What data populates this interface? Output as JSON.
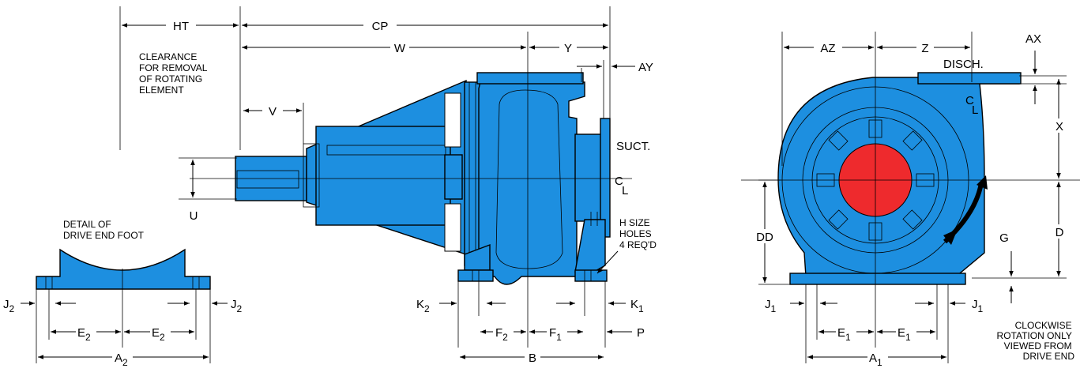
{
  "colors": {
    "pump_body": "#1d8fe0",
    "impeller": "#ee2a2d",
    "line": "#000000",
    "background": "#ffffff"
  },
  "dimensions": {
    "HT": "HT",
    "CP": "CP",
    "W": "W",
    "Y": "Y",
    "AY": "AY",
    "V": "V",
    "U": "U",
    "AZ": "AZ",
    "Z": "Z",
    "AX": "AX",
    "X": "X",
    "DD": "DD",
    "D": "D",
    "G": "G",
    "P": "P",
    "B": "B",
    "J": "J",
    "K": "K",
    "E": "E",
    "F": "F",
    "A": "A",
    "sub1": "1",
    "sub2": "2"
  },
  "labels": {
    "clearance": [
      "CLEARANCE",
      "FOR REMOVAL",
      "OF ROTATING",
      "ELEMENT"
    ],
    "drive_end_foot": [
      "DETAIL OF",
      "DRIVE END FOOT"
    ],
    "holes": [
      "H SIZE",
      "HOLES",
      "4 REQ'D"
    ],
    "rotation": [
      "CLOCKWISE",
      "ROTATION ONLY",
      "VIEWED FROM",
      "DRIVE END"
    ],
    "suction": "SUCT.",
    "discharge": "DISCH.",
    "centerline_c": "C",
    "centerline_l": "L"
  }
}
